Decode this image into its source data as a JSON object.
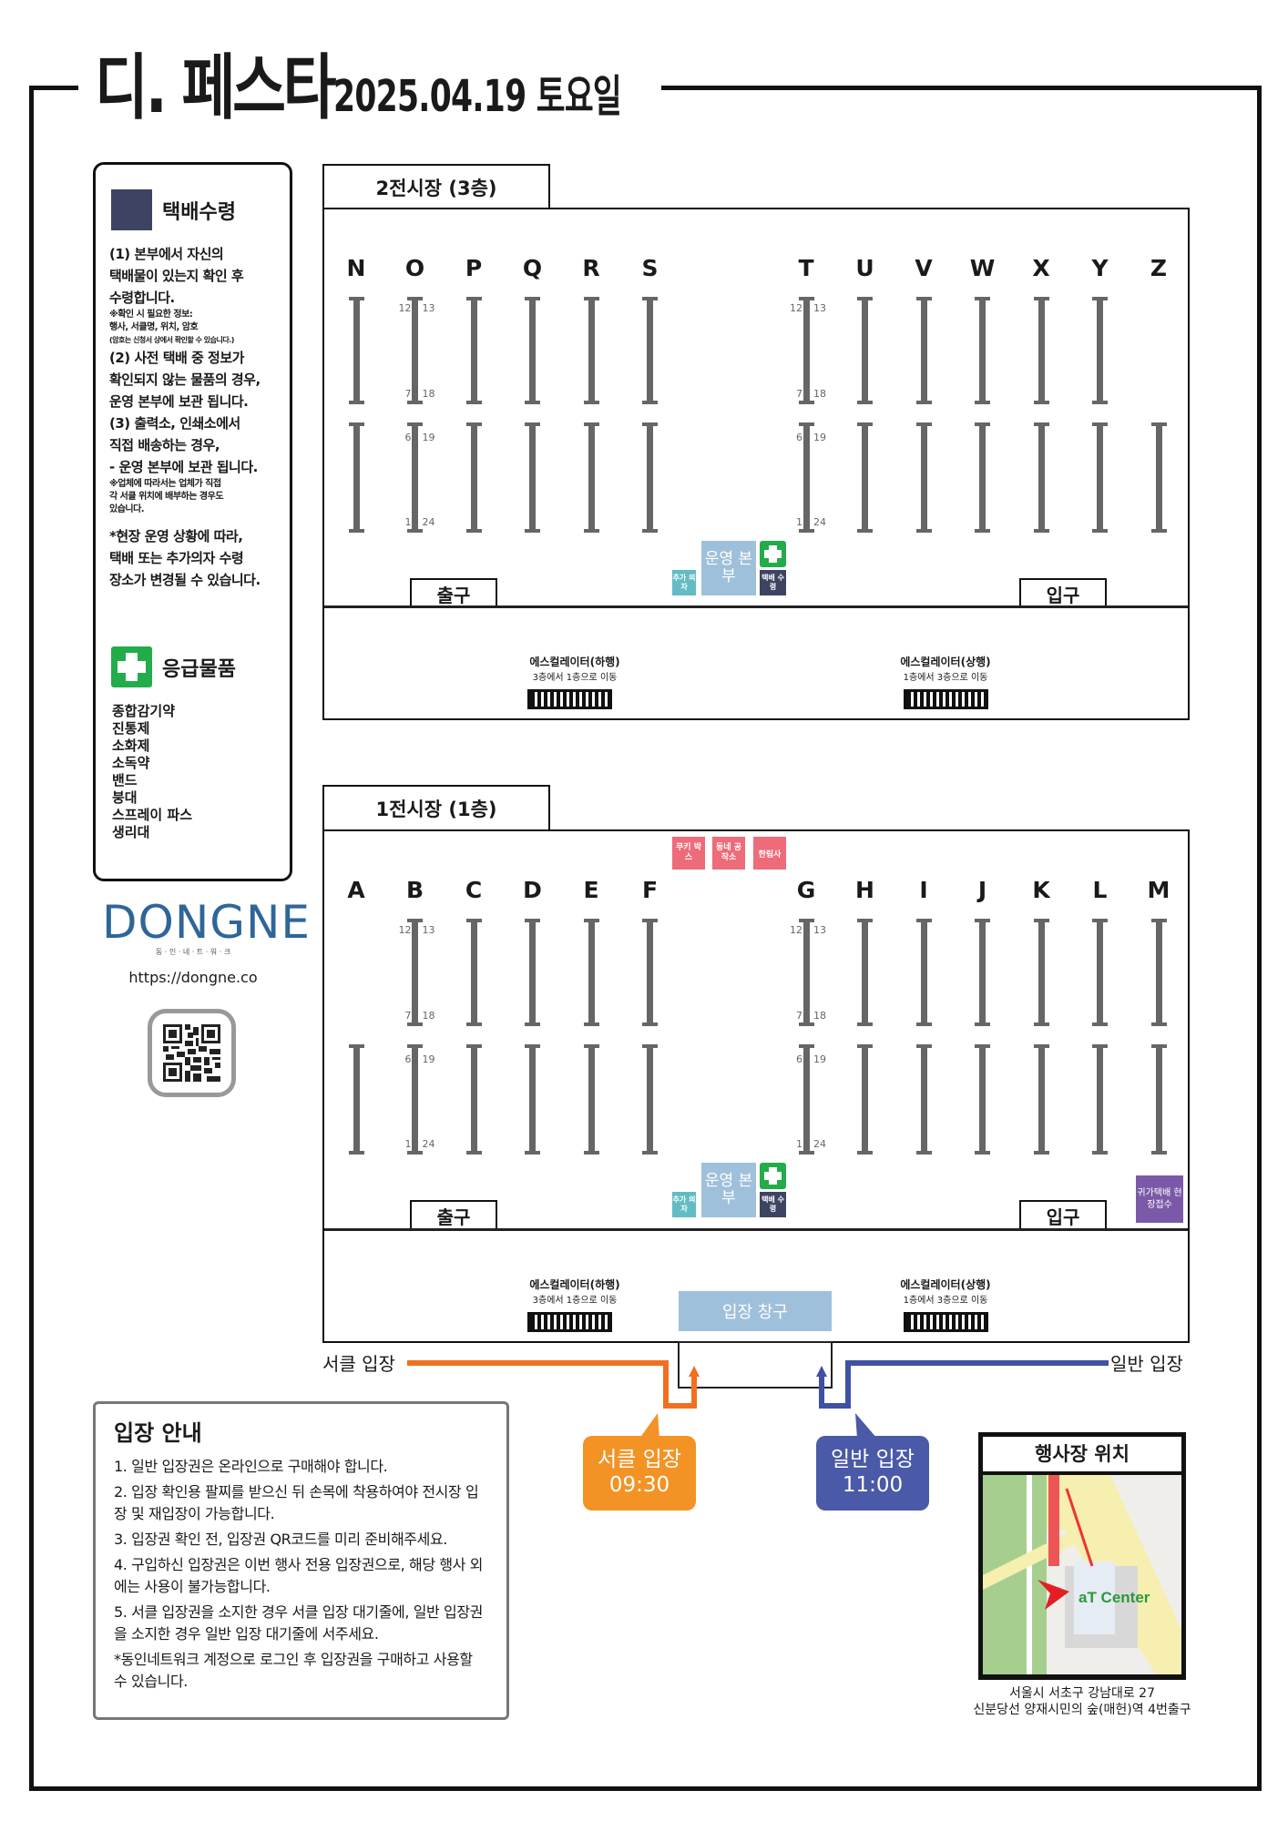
{
  "header": {
    "title": "디. 페스타",
    "date": "2025.04.19 토요일"
  },
  "delivery": {
    "title": "택배수령",
    "lines": [
      "(1) 본부에서 자신의",
      "택배물이 있는지 확인 후",
      "수령합니다."
    ],
    "note1": [
      "※확인 시 필요한 정보:",
      "행사, 서클명, 위치, 암호",
      "(암호는 신청서 상에서 확인할 수 있습니다.)"
    ],
    "lines2": [
      "(2) 사전 택배 중 정보가",
      "확인되지 않는 물품의 경우,",
      "운영 본부에 보관 됩니다.",
      "(3) 출력소, 인쇄소에서",
      "직접 배송하는 경우,",
      "- 운영 본부에 보관 됩니다."
    ],
    "note2": [
      "※업체에 따라서는 업체가 직접",
      "각 서클 위치에 배부하는 경우도",
      "있습니다."
    ],
    "lines3": [
      "*현장 운영 상황에 따라,",
      "택배 또는 추가의자 수령",
      "장소가 변경될 수 있습니다."
    ]
  },
  "first_aid": {
    "title": "응급물품",
    "items": [
      "종합감기약",
      "진통제",
      "소화제",
      "소독약",
      "밴드",
      "붕대",
      "스프레이 파스",
      "생리대"
    ]
  },
  "brand": {
    "logo": "DONGNE",
    "sub": "동 · 인 · 네 · 트 · 워 · 크",
    "url": "https://dongne.co"
  },
  "halls": [
    {
      "tab": "2전시장 (3층)",
      "left_cols": [
        "N",
        "O",
        "P",
        "Q",
        "R",
        "S"
      ],
      "right_cols": [
        "T",
        "U",
        "V",
        "W",
        "X",
        "Y",
        "Z"
      ],
      "no_upper": [
        "Z"
      ],
      "no_lower": []
    },
    {
      "tab": "1전시장 (1층)",
      "left_cols": [
        "A",
        "B",
        "C",
        "D",
        "E",
        "F"
      ],
      "right_cols": [
        "G",
        "H",
        "I",
        "J",
        "K",
        "L",
        "M"
      ],
      "no_upper": [
        "A"
      ],
      "no_lower": []
    }
  ],
  "booth_numbers": {
    "upper_top": [
      "12",
      "13"
    ],
    "upper_bottom": [
      "7",
      "18"
    ],
    "lower_top": [
      "6",
      "19"
    ],
    "lower_bottom": [
      "1",
      "24"
    ]
  },
  "labels": {
    "exit": "출구",
    "entrance": "입구",
    "hq": "운영 본부",
    "extra_chair": "추가 의자",
    "delivery_pickup": "택배 수령",
    "esc_down": "에스컬레이터(하행)",
    "esc_down_sub": "3층에서 1층으로 이동",
    "esc_up": "에스컬레이터(상행)",
    "esc_up_sub": "1층에서 3층으로 이동",
    "vendors": [
      "쿠키 박스",
      "동네 공작소",
      "한림사"
    ],
    "purple": "귀가택배 현장접수",
    "ticket_window": "입장 창구",
    "circle_entry": "서클 입장",
    "general_entry": "일반 입장"
  },
  "times": {
    "circle_label": "서클 입장",
    "circle_time": "09:30",
    "general_label": "일반 입장",
    "general_time": "11:00"
  },
  "guide": {
    "title": "입장 안내",
    "items": [
      "1. 일반 입장권은 온라인으로 구매해야 합니다.",
      "2. 입장 확인용 팔찌를 받으신 뒤 손목에 착용하여야 전시장 입장 및 재입장이 가능합니다.",
      "3. 입장권 확인 전, 입장권 QR코드를 미리 준비해주세요.",
      "4. 구입하신 입장권은 이번 행사 전용 입장권으로, 해당 행사 외에는 사용이 불가능합니다.",
      "5. 서클 입장권을 소지한 경우 서클 입장 대기줄에, 일반 입장권을 소지한 경우 일반 입장 대기줄에 서주세요.",
      "*동인네트워크 계정으로 로그인 후 입장권을 구매하고 사용할 수 있습니다."
    ]
  },
  "location": {
    "title": "행사장 위치",
    "map_label": "aT Center",
    "address": "서울시 서초구 강남대로 27",
    "station": "신분당선 양재시민의 숲(매헌)역 4번출구"
  },
  "colors": {
    "orange": "#f07020",
    "blue": "#3f51a3",
    "bar": "#666666",
    "hq": "#9fc0da",
    "chair": "#63bcc4",
    "pickup": "#3d4461",
    "aid": "#22ac4a",
    "vendor": "#ee6b7a",
    "purple": "#7a5aa8"
  }
}
